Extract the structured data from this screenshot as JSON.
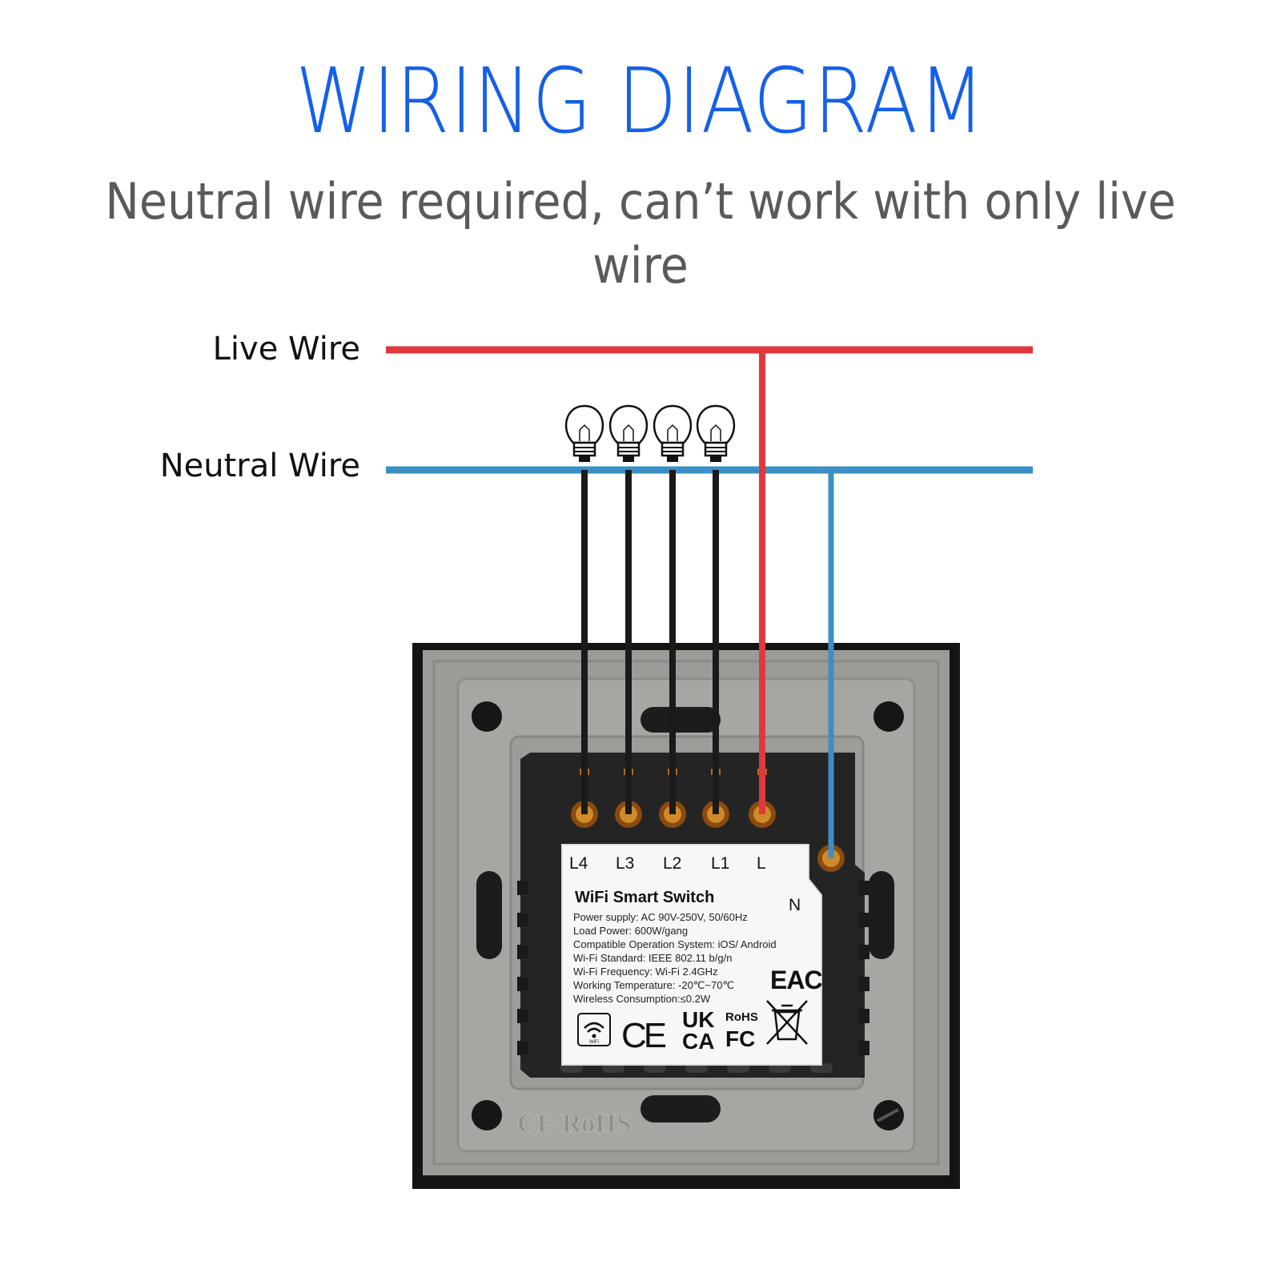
{
  "header": {
    "title": "WIRING DIAGRAM",
    "subtitle": "Neutral wire required, can’t work with only live wire"
  },
  "wires": {
    "live_label": "Live Wire",
    "neutral_label": "Neutral Wire",
    "live_color": "#e0383e",
    "neutral_color": "#3b8fc4",
    "load_color": "#1a1a1a"
  },
  "terminals": [
    "L4",
    "L3",
    "L2",
    "L1",
    "L",
    "N"
  ],
  "device_label": {
    "title": "WiFi Smart Switch",
    "specs": [
      "Power supply: AC 90V-250V, 50/60Hz",
      "Load Power: 600W/gang",
      "Compatible Operation System: iOS/ Android",
      "Wi-Fi Standard: IEEE 802.11 b/g/n",
      "Wi-Fi Frequency: Wi-Fi 2.4GHz",
      "Working Temperature: -20℃~70℃",
      "Wireless Consumption:≤0.2W"
    ],
    "marks": {
      "eac": "EAC",
      "ce": "CE",
      "ukca_top": "UK",
      "ukca_bottom": "CA",
      "rohs": "RoHS",
      "fc": "FC",
      "wifi": "WiFi"
    }
  },
  "housing_embossed": "CE RoHS"
}
